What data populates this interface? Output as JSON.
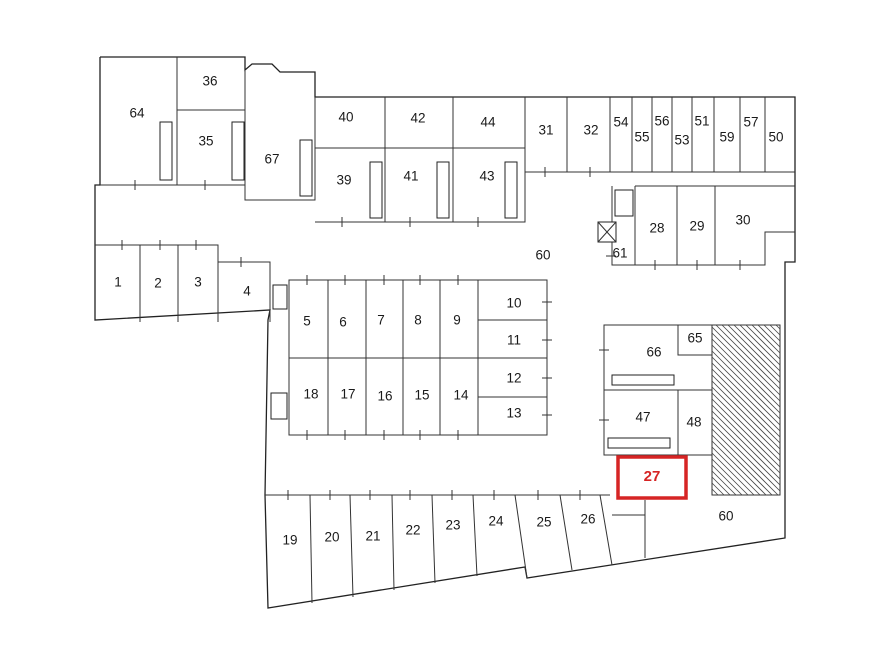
{
  "colors": {
    "highlight": "#d62424",
    "wall": "#222222",
    "background": "#ffffff"
  },
  "highlighted_unit": "27",
  "units": [
    {
      "id": "1"
    },
    {
      "id": "2"
    },
    {
      "id": "3"
    },
    {
      "id": "4"
    },
    {
      "id": "5"
    },
    {
      "id": "6"
    },
    {
      "id": "7"
    },
    {
      "id": "8"
    },
    {
      "id": "9"
    },
    {
      "id": "10"
    },
    {
      "id": "11"
    },
    {
      "id": "12"
    },
    {
      "id": "13"
    },
    {
      "id": "14"
    },
    {
      "id": "15"
    },
    {
      "id": "16"
    },
    {
      "id": "17"
    },
    {
      "id": "18"
    },
    {
      "id": "19"
    },
    {
      "id": "20"
    },
    {
      "id": "21"
    },
    {
      "id": "22"
    },
    {
      "id": "23"
    },
    {
      "id": "24"
    },
    {
      "id": "25"
    },
    {
      "id": "26"
    },
    {
      "id": "27"
    },
    {
      "id": "28"
    },
    {
      "id": "29"
    },
    {
      "id": "30"
    },
    {
      "id": "31"
    },
    {
      "id": "32"
    },
    {
      "id": "35"
    },
    {
      "id": "36"
    },
    {
      "id": "39"
    },
    {
      "id": "40"
    },
    {
      "id": "41"
    },
    {
      "id": "42"
    },
    {
      "id": "43"
    },
    {
      "id": "44"
    },
    {
      "id": "47"
    },
    {
      "id": "48"
    },
    {
      "id": "50"
    },
    {
      "id": "51"
    },
    {
      "id": "53"
    },
    {
      "id": "54"
    },
    {
      "id": "55"
    },
    {
      "id": "56"
    },
    {
      "id": "57"
    },
    {
      "id": "59"
    },
    {
      "id": "61"
    },
    {
      "id": "64"
    },
    {
      "id": "65"
    },
    {
      "id": "66"
    },
    {
      "id": "67"
    },
    {
      "id": "60"
    },
    {
      "id": "60"
    }
  ]
}
